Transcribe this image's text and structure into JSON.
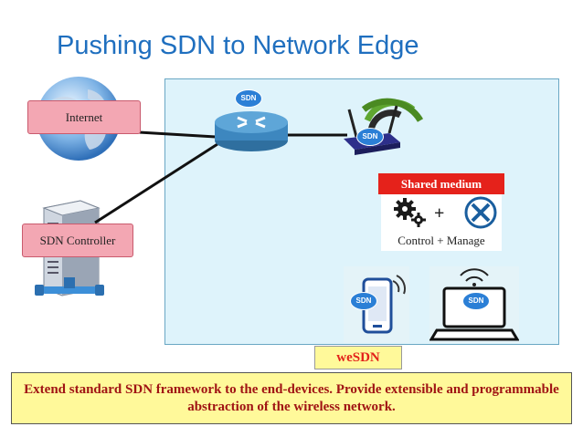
{
  "title": "Pushing SDN to Network Edge",
  "nodes": {
    "internet": "Internet",
    "controller": "SDN Controller"
  },
  "badges": {
    "router": "SDN",
    "access_point": "SDN",
    "phone": "SDN",
    "laptop": "SDN"
  },
  "shared_medium": "Shared medium",
  "control_plus": "+",
  "control_label": "Control + Manage",
  "wesdn_label": "weSDN",
  "description": "Extend standard SDN framework to the end-devices. Provide extensible and programmable abstraction of the wireless network.",
  "icons": [
    "globe-icon",
    "server-icon",
    "router-icon",
    "access-point-icon",
    "gears-icon",
    "tools-icon",
    "phone-icon",
    "laptop-icon"
  ]
}
